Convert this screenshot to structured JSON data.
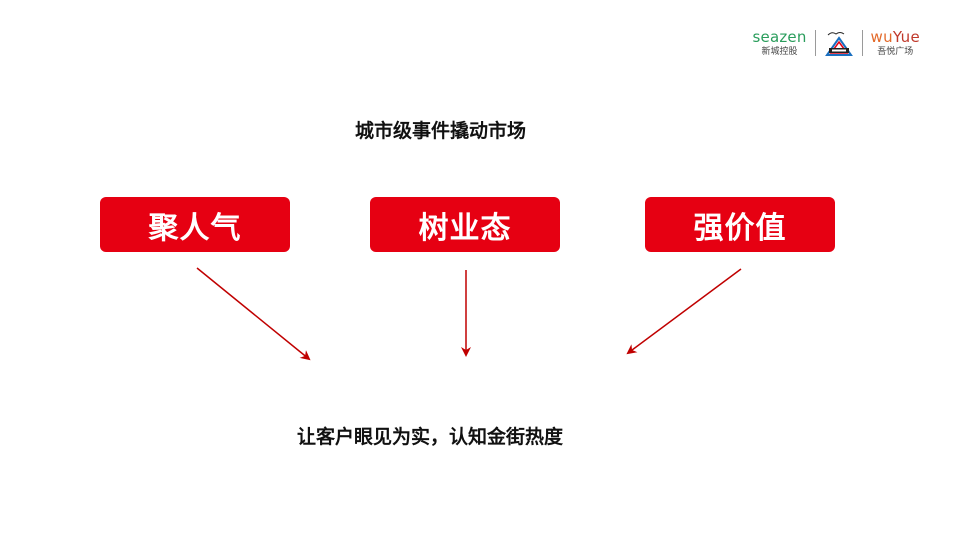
{
  "logos": {
    "seazen": {
      "wordmark": "seazen",
      "subtitle": "新城控股",
      "color": "#2a9d5c"
    },
    "middle_icon": "brand-triangle-logo",
    "wuyue": {
      "wordmark_part1": "wu",
      "wordmark_part2": "Yue",
      "subtitle": "吾悦广场",
      "color": "#e36a2a"
    }
  },
  "headline": "城市级事件撬动市场",
  "pills": [
    {
      "label": "聚人气"
    },
    {
      "label": "树业态"
    },
    {
      "label": "强价值"
    }
  ],
  "conclusion": "让客户眼见为实，认知金街热度",
  "colors": {
    "pill_bg": "#e60012",
    "arrow": "#c00000",
    "text": "#111111"
  }
}
